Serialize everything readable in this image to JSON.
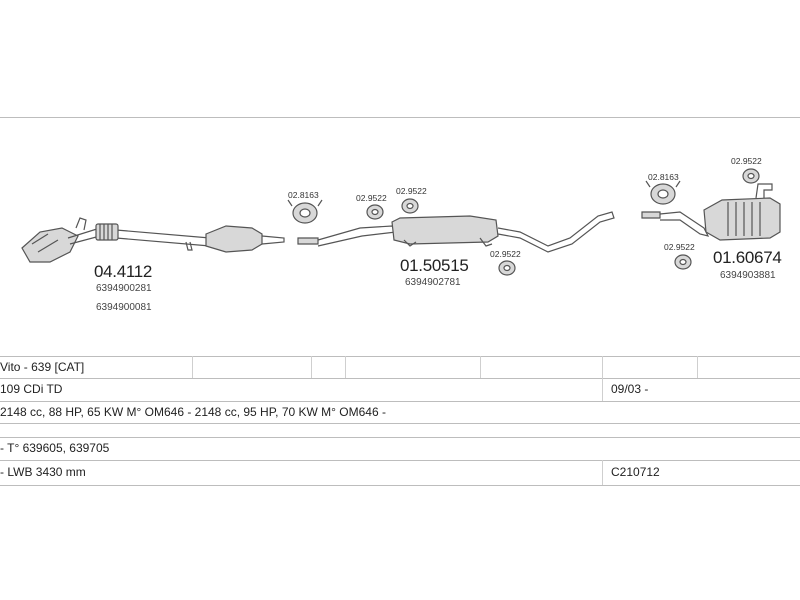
{
  "colors": {
    "line": "#bdbdbd",
    "part_stroke": "#555555",
    "part_fill": "#d8d8d8"
  },
  "parts": {
    "front": {
      "code": "04.4112",
      "oem1": "6394900281",
      "oem2": "6394900081"
    },
    "middle": {
      "code": "01.50515",
      "oem": "6394902781"
    },
    "rear": {
      "code": "01.60674",
      "oem": "6394903881"
    }
  },
  "fittings": {
    "f1": "02.8163",
    "f2": "02.9522",
    "f3": "02.9522",
    "f4": "02.9522",
    "f5": "02.8163",
    "f6": "02.9522",
    "f7": "02.9522"
  },
  "table": {
    "model": "Vito - 639  [CAT]",
    "variant": "109 CDi TD",
    "date": "09/03 -",
    "engine": "2148 cc, 88 HP, 65 KW M° OM646 - 2148 cc, 95 HP, 70 KW M° OM646 -",
    "type": "- T° 639605, 639705",
    "wheelbase": "- LWB 3430 mm",
    "ref": "C210712"
  }
}
